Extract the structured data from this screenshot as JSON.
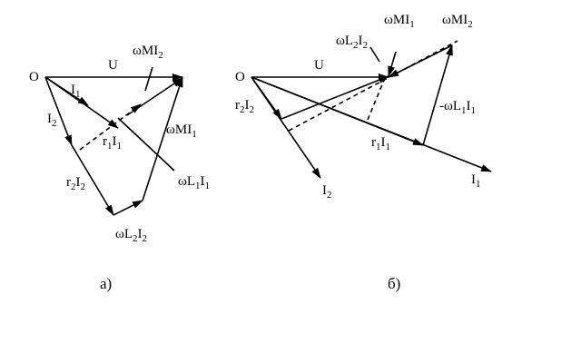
{
  "diagram_a": {
    "origin": "O",
    "U": "U",
    "wMI2": "ωMI",
    "wMI2_sub": "2",
    "I1": "I",
    "I1_sub": "1",
    "I2": "I",
    "I2_sub": "2",
    "r1I1_a": "r",
    "r1I1_b": "I",
    "r1I1_sub1": "1",
    "r1I1_sub2": "1",
    "wMI1": "ωMI",
    "wMI1_sub": "1",
    "r2I2_a": "r",
    "r2I2_b": "I",
    "r2I2_sub1": "2",
    "r2I2_sub2": "2",
    "wL1I1_a": "ωL",
    "wL1I1_b": "I",
    "wL1I1_sub1": "1",
    "wL1I1_sub2": "1",
    "wL2I2_a": "ωL",
    "wL2I2_b": "I",
    "wL2I2_sub1": "2",
    "wL2I2_sub2": "2",
    "caption": "а)"
  },
  "diagram_b": {
    "origin": "O",
    "U": "U",
    "wL2I2_a": "ωL",
    "wL2I2_b": "I",
    "wL2I2_sub1": "2",
    "wL2I2_sub2": "2",
    "wMI1": "ωMI",
    "wMI1_sub": "1",
    "wMI2": "ωMI",
    "wMI2_sub": "2",
    "r2I2_a": "r",
    "r2I2_b": "I",
    "r2I2_sub1": "2",
    "r2I2_sub2": "2",
    "wL1I1_a": "-ωL",
    "wL1I1_b": "I",
    "wL1I1_sub1": "1",
    "wL1I1_sub2": "1",
    "r1I1_a": "r",
    "r1I1_b": "I",
    "r1I1_sub1": "1",
    "r1I1_sub2": "1",
    "I1": "I",
    "I1_sub": "1",
    "I2": "I",
    "I2_sub": "2",
    "caption": "б)"
  }
}
